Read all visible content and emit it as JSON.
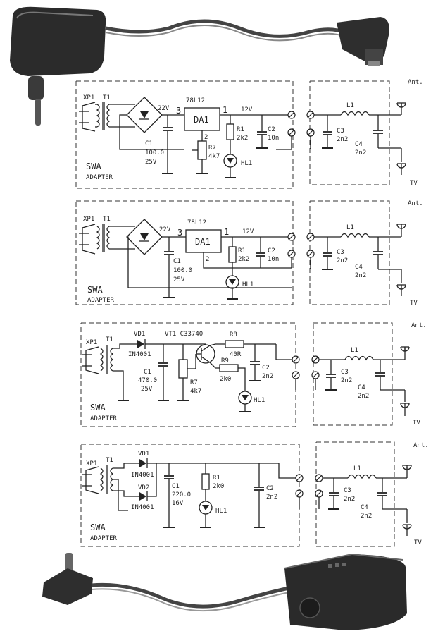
{
  "circuits": [
    {
      "id": "c1",
      "labels": {
        "xp1": "XP1",
        "t1": "T1",
        "v_in": "22V",
        "reg_model": "78L12",
        "reg_ref": "DA1",
        "pin3": "3",
        "pin1": "1",
        "pin2": "2",
        "v_out": "12V",
        "c1_ref": "C1",
        "c1_val": "100.0",
        "c1_v": "25V",
        "r7_ref": "R7",
        "r7_val": "4k7",
        "r1_ref": "R1",
        "r1_val": "2k2",
        "led_ref": "HL1",
        "c2_ref": "C2",
        "c2_val": "10n",
        "l1": "L1",
        "c3_ref": "C3",
        "c3_val": "2n2",
        "c4_ref": "C4",
        "c4_val": "2n2",
        "ant": "Ant.",
        "tv": "TV",
        "swa": "SWA",
        "adapter": "ADAPTER"
      }
    },
    {
      "id": "c2",
      "labels": {
        "xp1": "XP1",
        "t1": "T1",
        "v_in": "22V",
        "reg_model": "78L12",
        "reg_ref": "DA1",
        "pin3": "3",
        "pin1": "1",
        "pin2": "2",
        "v_out": "12V",
        "c1_ref": "C1",
        "c1_val": "100.0",
        "c1_v": "25V",
        "r1_ref": "R1",
        "r1_val": "2k2",
        "led_ref": "HL1",
        "c2_ref": "C2",
        "c2_val": "10n",
        "l1": "L1",
        "c3_ref": "C3",
        "c3_val": "2n2",
        "c4_ref": "C4",
        "c4_val": "2n2",
        "ant": "Ant.",
        "tv": "TV",
        "swa": "SWA",
        "adapter": "ADAPTER"
      }
    },
    {
      "id": "c3",
      "labels": {
        "xp1": "XP1",
        "t1": "T1",
        "vd1_ref": "VD1",
        "vd1_val": "IN4001",
        "vt1": "VT1 C33740",
        "r8_ref": "R8",
        "r8_val": "40R",
        "c1_ref": "C1",
        "c1_val": "470.0",
        "c1_v": "25V",
        "r7_ref": "R7",
        "r7_val": "4k7",
        "r9_ref": "R9",
        "r9_val": "2k0",
        "led_ref": "HL1",
        "c2_ref": "C2",
        "c2_val": "2n2",
        "l1": "L1",
        "c3_ref": "C3",
        "c3_val": "2n2",
        "c4_ref": "C4",
        "c4_val": "2n2",
        "ant": "Ant.",
        "tv": "TV",
        "swa": "SWA",
        "adapter": "ADAPTER"
      }
    },
    {
      "id": "c4",
      "labels": {
        "xp1": "XP1",
        "t1": "T1",
        "vd1_ref": "VD1",
        "vd1_val": "IN4001",
        "vd2_ref": "VD2",
        "vd2_val": "IN4001",
        "c1_ref": "C1",
        "c1_val": "220.0",
        "c1_v": "16V",
        "r1_ref": "R1",
        "r1_val": "2k0",
        "led_ref": "HL1",
        "c2_ref": "C2",
        "c2_val": "2n2",
        "l1": "L1",
        "c3_ref": "C3",
        "c3_val": "2n2",
        "c4_ref": "C4",
        "c4_val": "2n2",
        "ant": "Ant.",
        "tv": "TV",
        "swa": "SWA",
        "adapter": "ADAPTER"
      }
    }
  ]
}
